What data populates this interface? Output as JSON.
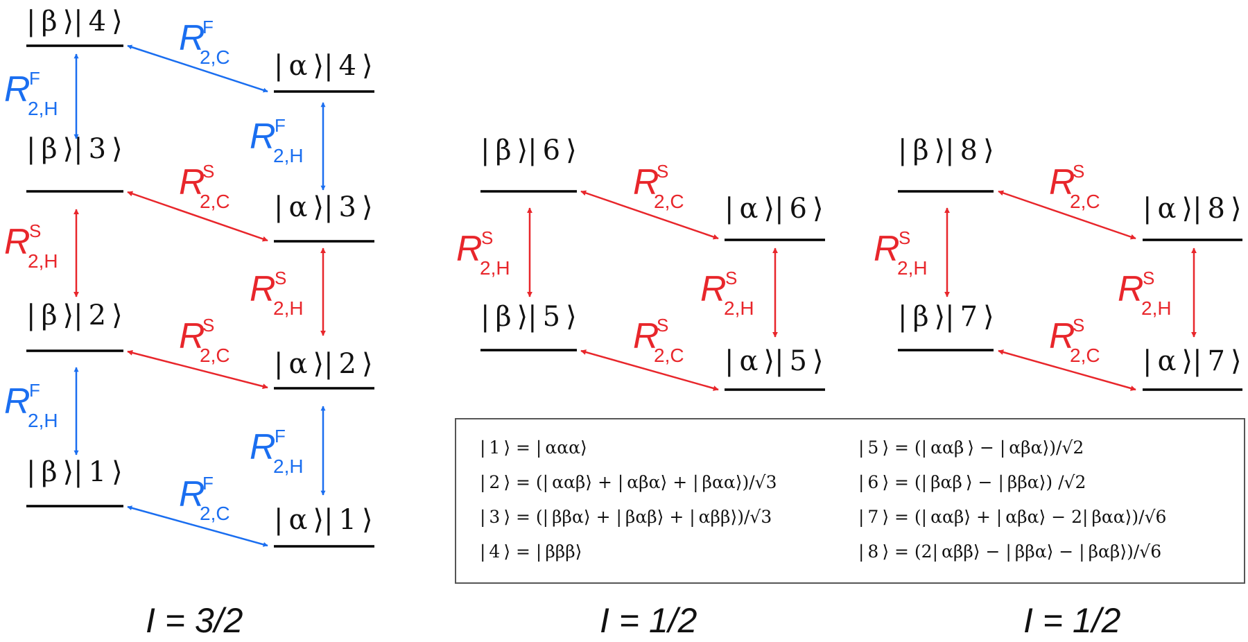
{
  "colors": {
    "fast": "#1a6ef0",
    "slow": "#e8262b",
    "ink": "#111111"
  },
  "states": {
    "b4": "| β ⟩| 4 ⟩",
    "a4": "| α ⟩| 4 ⟩",
    "b3": "| β ⟩| 3 ⟩",
    "a3": "| α ⟩| 3 ⟩",
    "b2": "| β ⟩| 2 ⟩",
    "a2": "| α ⟩| 2 ⟩",
    "b1": "| β ⟩| 1 ⟩",
    "a1": "| α ⟩| 1 ⟩",
    "b6": "| β ⟩| 6 ⟩",
    "a6": "| α ⟩| 6 ⟩",
    "b5": "| β ⟩| 5 ⟩",
    "a5": "| α ⟩| 5 ⟩",
    "b8": "| β ⟩| 8 ⟩",
    "a8": "| α ⟩| 8 ⟩",
    "b7": "| β ⟩| 7 ⟩",
    "a7": "| α ⟩| 7 ⟩"
  },
  "rates": {
    "symbol": "R",
    "sub_c": "2,C",
    "sub_h": "2,H",
    "fast": "F",
    "slow": "S"
  },
  "legend": {
    "left": [
      "| 1 ⟩ = | ααα⟩",
      "| 2 ⟩ = (| ααβ⟩ + | αβα⟩ + | βαα⟩)/√3",
      "| 3 ⟩ = (| ββα⟩ + | βαβ⟩ + | αββ⟩)/√3",
      "| 4 ⟩ = | βββ⟩"
    ],
    "right": [
      "| 5 ⟩ = (| ααβ ⟩ − | αβα⟩)/√2",
      "| 6 ⟩ =  (| βαβ ⟩ − | ββα⟩) /√2",
      "| 7 ⟩ = (| ααβ⟩ + | αβα⟩ − 2| βαα⟩)/√6",
      "| 8 ⟩ = (2| αββ⟩ − | ββα⟩ − | βαβ⟩)/√6"
    ]
  },
  "captions": {
    "quartet": "I = 3/2",
    "doublet_a": "I = 1/2",
    "doublet_b": "I = 1/2"
  }
}
